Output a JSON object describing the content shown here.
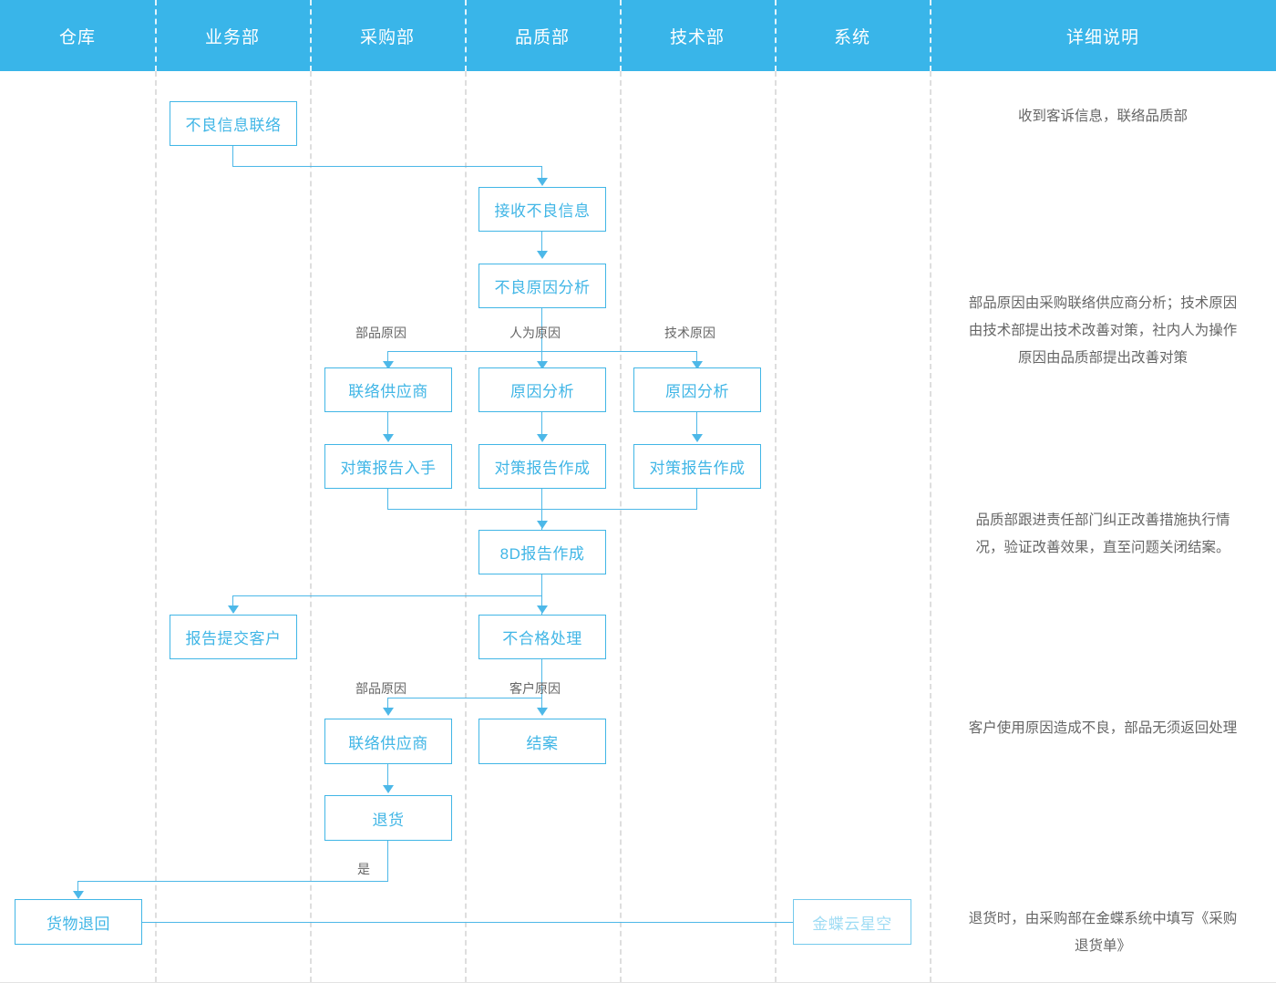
{
  "header": {
    "columns": [
      {
        "label": "仓库"
      },
      {
        "label": "业务部"
      },
      {
        "label": "采购部"
      },
      {
        "label": "品质部"
      },
      {
        "label": "技术部"
      },
      {
        "label": "系统"
      },
      {
        "label": "详细说明"
      }
    ],
    "bg_color": "#39b5e9",
    "text_color": "#ffffff"
  },
  "colors": {
    "accent": "#41b6e6",
    "line": "#4db8e8",
    "faint_node": "#9fdcf4",
    "label": "#666666",
    "divider": "#dedede"
  },
  "nodes": {
    "bad_info_contact": "不良信息联络",
    "receive_bad_info": "接收不良信息",
    "bad_cause_analysis": "不良原因分析",
    "contact_supplier_1": "联络供应商",
    "cause_analysis_quality": "原因分析",
    "cause_analysis_tech": "原因分析",
    "countermeasure_report_receive": "对策报告入手",
    "countermeasure_report_quality": "对策报告作成",
    "countermeasure_report_tech": "对策报告作成",
    "report_8d": "8D报告作成",
    "report_submit_customer": "报告提交客户",
    "nonconforming_handle": "不合格处理",
    "contact_supplier_2": "联络供应商",
    "case_closed": "结案",
    "return_goods": "退货",
    "goods_returned": "货物退回",
    "kingdee_cloud": "金蝶云星空"
  },
  "edge_labels": {
    "parts_cause_1": "部品原因",
    "human_cause": "人为原因",
    "tech_cause": "技术原因",
    "parts_cause_2": "部品原因",
    "customer_cause": "客户原因",
    "yes": "是"
  },
  "descriptions": [
    {
      "text": "收到客诉信息，联络品质部"
    },
    {
      "text": "部品原因由采购联络供应商分析；技术原因由技术部提出技术改善对策，社内人为操作原因由品质部提出改善对策"
    },
    {
      "text": "品质部跟进责任部门纠正改善措施执行情况，验证改善效果，直至问题关闭结案。"
    },
    {
      "text": "客户使用原因造成不良，部品无须返回处理"
    },
    {
      "text": "退货时，由采购部在金蝶系统中填写《采购退货单》"
    }
  ]
}
